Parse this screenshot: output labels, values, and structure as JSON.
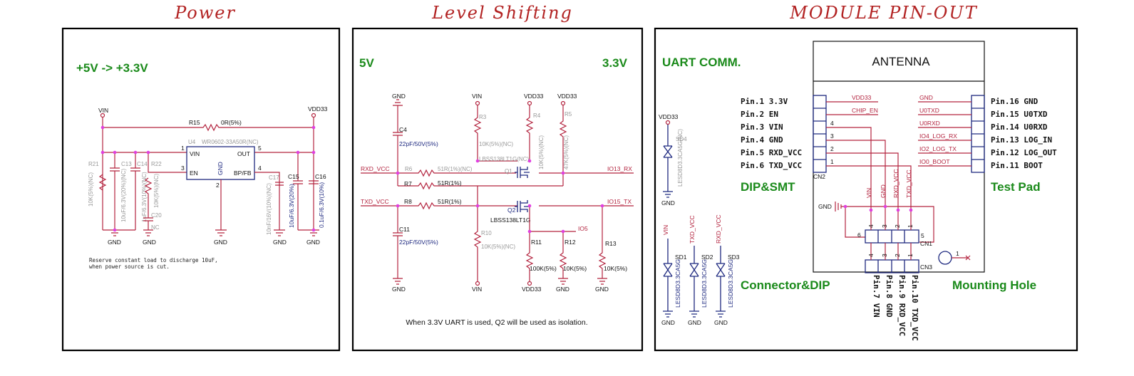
{
  "sections": {
    "power": {
      "title": "Power",
      "header": "+5V -> +3.3V",
      "note1": "Reserve constant load to discharge 10uF,",
      "note2": "when power source is cut."
    },
    "level": {
      "title": "Level Shifting",
      "header_left": "5V",
      "header_right": "3.3V",
      "note": "When 3.3V UART is used, Q2 will be used as isolation."
    },
    "module": {
      "title": "MODULE PIN-OUT",
      "uart": "UART COMM.",
      "dip": "DIP&SMT",
      "testpad": "Test Pad",
      "connector": "Connector&DIP",
      "mounting": "Mounting Hole",
      "antenna": "ANTENNA"
    }
  },
  "power": {
    "vin": "VIN",
    "vdd33": "VDD33",
    "gnd": "GND",
    "r15": "R15",
    "r15_val": "0R(5%)",
    "u4": "U4",
    "u4_val": "WR0602-33A50R(NC)",
    "pin_vin": "VIN",
    "pin_out": "OUT",
    "pin_en": "EN",
    "pin_gnd": "GND",
    "pin_bp": "BP/FB",
    "n1": "1",
    "n2": "2",
    "n3": "3",
    "n4": "4",
    "n5": "5",
    "r21": "R21",
    "r21_val": "10K(5%)(NC)",
    "c13": "C13",
    "c13_val": "10uF/6.3V(20%)(NC)",
    "c14": "C14",
    "c14_val": "1uF/6.3V(10%)(NC)",
    "r22": "R22",
    "r22_val": "10K(5%)(NC)",
    "c20": "C20",
    "c20_val": "NC",
    "c17": "C17",
    "c17_val": "10nF/16V(10%)(NC)",
    "c15": "C15",
    "c15_val": "10uF/6.3V(20%)",
    "c16": "C16",
    "c16_val": "0.1uF/6.3V(10%)"
  },
  "level": {
    "gnd": "GND",
    "vin": "VIN",
    "vdd33": "VDD33",
    "c4": "C4",
    "c4_val": "22pF/50V(5%)",
    "r3": "R3",
    "r3_val": "10K(5%)(NC)",
    "r4": "R4",
    "r4_val": "10K(5%)(NC)",
    "r5": "R5",
    "r5_val": "47K(5%)(NC)",
    "rxd": "RXD_VCC",
    "r6": "R6",
    "r6_val": "51R(1%)(NC)",
    "q1_val": "LBSS138LT1G(NC)",
    "q1": "Q1",
    "io13": "IO13_RX",
    "r7": "R7",
    "r7_val": "51R(1%)",
    "txd": "TXD_VCC",
    "r8": "R8",
    "r8_val": "51R(1%)",
    "q2": "Q2",
    "q2_val": "LBSS138LT1G",
    "io15": "IO15_TX",
    "io5": "IO5",
    "c11": "C11",
    "c11_val": "22pF/50V(5%)",
    "r10": "R10",
    "r10_val": "10K(5%)(NC)",
    "r11": "R11",
    "r11_val": "100K(5%)",
    "r12": "R12",
    "r12_val": "10K(5%)",
    "r13": "R13",
    "r13_val": "10K(5%)"
  },
  "module": {
    "vdd33": "VDD33",
    "gnd": "GND",
    "sd4": "SD4",
    "sd4_val": "LESD8D3.3CA5G(NC)",
    "sd1": "SD1",
    "sd2": "SD2",
    "sd3": "SD3",
    "sd_val": "LESD8D3.3CA5G",
    "vin": "VIN",
    "txd_vcc": "TXD_VCC",
    "rxd_vcc": "RXD_VCC",
    "left_pins": [
      "Pin.1  3.3V",
      "Pin.2  EN",
      "Pin.3  VIN",
      "Pin.4  GND",
      "Pin.5  RXD_VCC",
      "Pin.6  TXD_VCC"
    ],
    "left_nets": [
      "VDD33",
      "CHIP_EN"
    ],
    "right_pins": [
      "Pin.16  GND",
      "Pin.15  U0TXD",
      "Pin.14  U0RXD",
      "Pin.13  LOG_IN",
      "Pin.12  LOG_OUT",
      "Pin.11  BOOT"
    ],
    "right_nets": [
      "GND",
      "U0TXD",
      "U0RXD",
      "IO4_LOG_RX",
      "IO2_LOG_TX",
      "IO0_BOOT"
    ],
    "cn2": "CN2",
    "cn1": "CN1",
    "cn3": "CN3",
    "bottom_pins": [
      "Pin.7  VIN",
      "Pin.8  GND",
      "Pin.9  RXD_VCC",
      "Pin.10  TXD_VCC"
    ],
    "vert_nets": [
      "VIN",
      "GND",
      "RXD_VCC",
      "TXD_VCC"
    ],
    "n1": "1",
    "n2": "2",
    "n3": "3",
    "n4": "4",
    "n5": "5",
    "n6": "6"
  }
}
